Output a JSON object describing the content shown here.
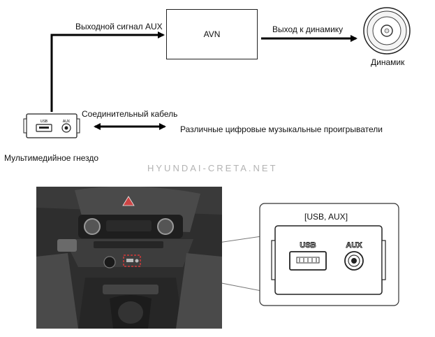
{
  "diagram": {
    "avn_label": "AVN",
    "aux_output_label": "Выходной сигнал AUX",
    "speaker_output_label": "Выход к динамику",
    "speaker_label": "Динамик",
    "cable_label": "Соединительный кабель",
    "players_label": "Различные цифровые музыкальные проигрыватели",
    "jack_label": "Мультимедийное гнездо",
    "jack_small_usb": "USB",
    "jack_small_aux": "AUX"
  },
  "watermark": "HYUNDAI-CRETA.NET",
  "detail": {
    "title": "[USB, AUX]",
    "usb_label": "USB",
    "aux_label": "AUX"
  },
  "colors": {
    "line": "#000000",
    "watermark": "#b3b3b3",
    "highlight": "#d23a3a"
  }
}
